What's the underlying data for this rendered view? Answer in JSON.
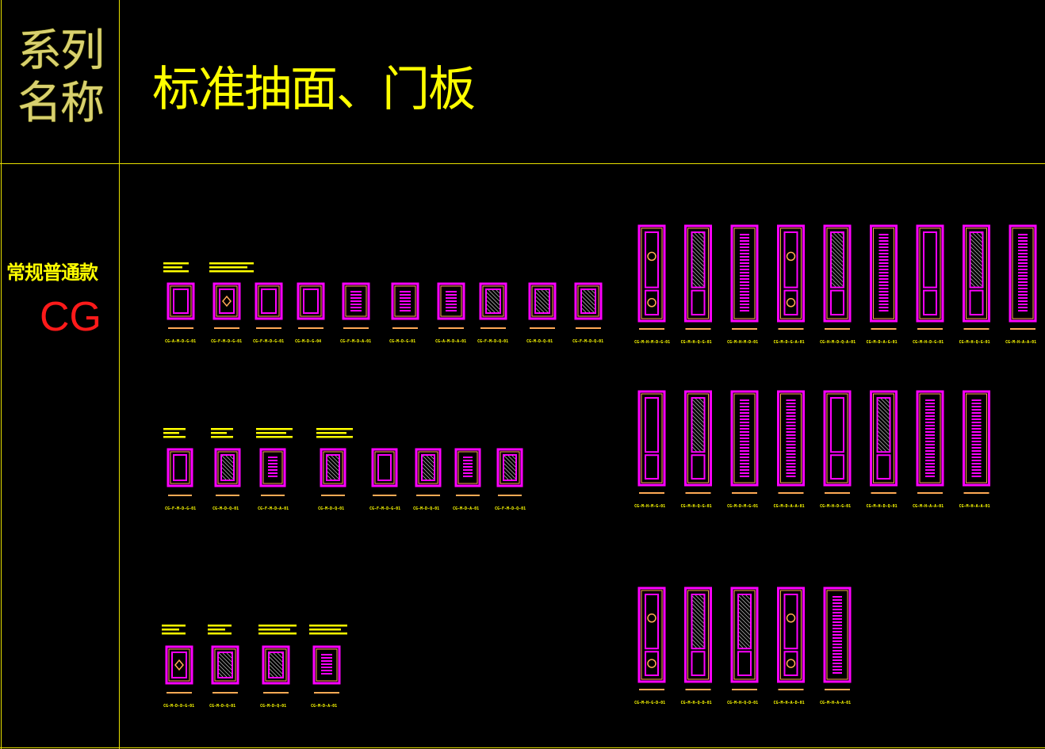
{
  "header": {
    "series_label": "系列名称",
    "title": "标准抽面、门板"
  },
  "category": {
    "name": "常规普通款",
    "code": "CG"
  },
  "colors": {
    "background": "#000000",
    "grid_line": "#e8e000",
    "panel_outline": "#ff00ff",
    "panel_inner": "#ffaa55",
    "label_text": "#ffff00",
    "code_text": "#ff1a1a"
  },
  "panel_codes": {
    "row1_short": [
      "CG-A-M-D-G-01",
      "CG-F-M-D-G-01",
      "CG-F-M-D-G-01",
      "CG-M-D-G-04",
      "CG-F-M-D-A-01",
      "CG-M-D-G-01",
      "CG-A-M-D-A-01",
      "CG-F-M-D-Q-01",
      "CG-M-D-Q-01",
      "CG-F-M-D-Q-01"
    ],
    "row1_tall": [
      "CG-M-H-M-D-G-01",
      "CG-M-H-Q-G-01",
      "CG-M-H-M-D-01",
      "CG-M-D-G-A-01",
      "CG-H-M-D-Q-A-01",
      "CG-M-D-A-G-01",
      "CG-M-H-D-G-01",
      "CG-M-H-Q-G-01",
      "CG-M-H-A-A-01"
    ],
    "row2_short": [
      "CG-F-M-D-G-01",
      "CG-M-D-Q-01",
      "CG-F-M-D-A-01",
      "CG-M-D-Q-01",
      "CG-F-M-D-G-01",
      "CG-M-D-Q-01",
      "CG-M-D-A-01",
      "CG-F-M-D-Q-01"
    ],
    "row2_tall": [
      "CG-M-H-M-G-01",
      "CG-M-H-Q-G-01",
      "CG-M-D-M-G-01",
      "CG-M-D-A-A-01",
      "CG-M-H-D-G-01",
      "CG-M-H-D-Q-01",
      "CG-M-H-A-A-01",
      "CG-M-H-A-A-01"
    ],
    "row3_short": [
      "CG-M-D-D-G-01",
      "CG-M-D-Q-01",
      "CG-M-D-Q-01",
      "CG-M-D-A-01"
    ],
    "row3_tall": [
      "CG-M-H-G-D-01",
      "CG-M-H-Q-D-01",
      "CG-M-H-Q-D-01",
      "CG-M-H-A-D-01",
      "CG-M-H-A-A-01"
    ]
  }
}
